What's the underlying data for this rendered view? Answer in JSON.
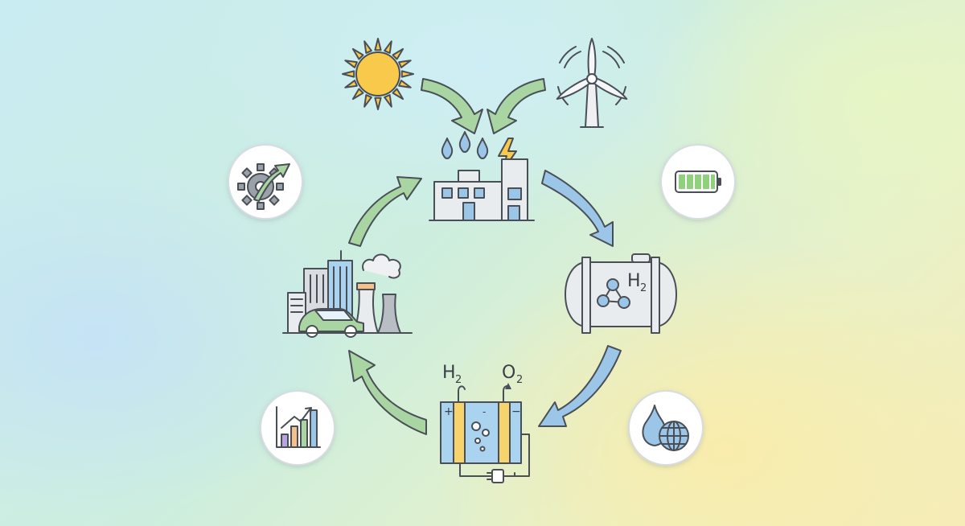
{
  "labels": {
    "tank": "H",
    "tank_sub": "2",
    "electrolyzer_out1": "H",
    "electrolyzer_out1_sub": "2",
    "electrolyzer_out2": "O",
    "electrolyzer_out2_sub": "2",
    "plus": "+",
    "minus": "−",
    "inner_minus": "-"
  },
  "colors": {
    "green_arrow": "#a8d5a2",
    "blue_arrow": "#9cc6e8",
    "arrow_stroke": "#4a4f57",
    "sun": "#f8c94a",
    "electrolyzer_fill": "#a9d3ee",
    "electrolyzer_band": "#f6d36b",
    "battery": "#8fd17d",
    "car": "#a8d5a2"
  },
  "icons": [
    "sun-icon",
    "wind-turbine-icon",
    "factory-icon",
    "hydrogen-tank-icon",
    "electrolyzer-icon",
    "city-icon",
    "gear-arrow-icon",
    "battery-icon",
    "bar-chart-icon",
    "water-globe-icon"
  ]
}
